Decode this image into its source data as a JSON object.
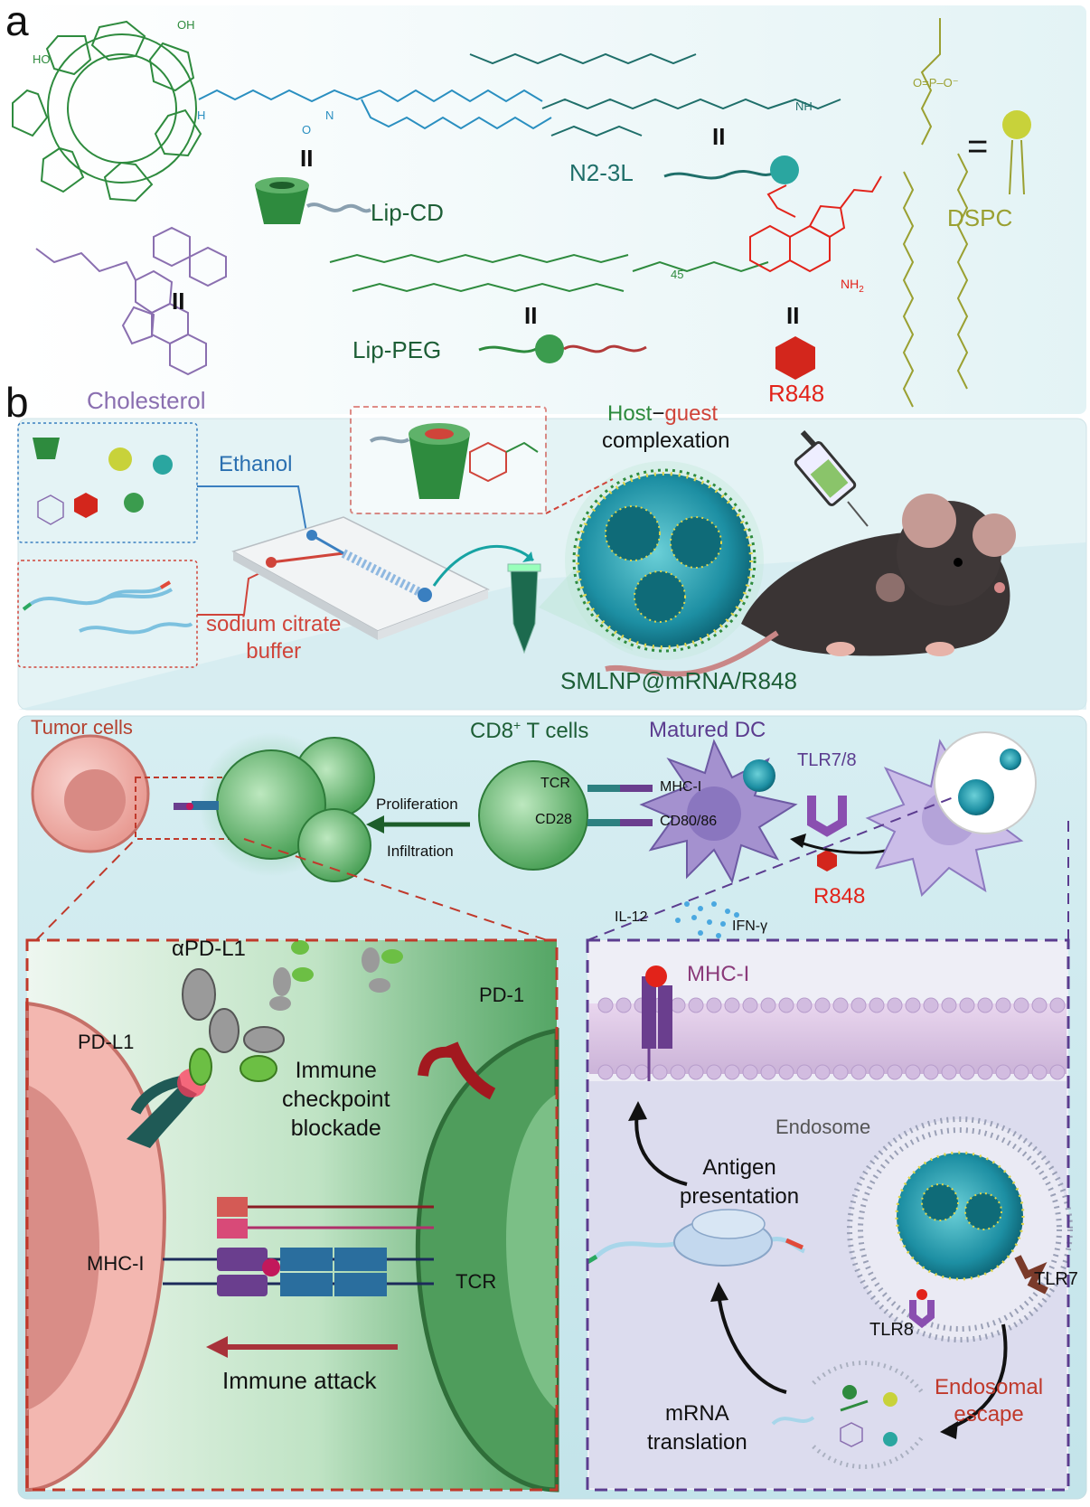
{
  "panels": {
    "a": "a",
    "b": "b"
  },
  "molecules": {
    "lip_cd": "Lip-CD",
    "n2_3l": "N2-3L",
    "dspc": "DSPC",
    "cholesterol": "Cholesterol",
    "lip_peg": "Lip-PEG",
    "r848": "R848",
    "peg_repeat": "45",
    "equiv": "II",
    "equals": "=",
    "atoms": {
      "ho": "HO",
      "oh": "OH",
      "o": "O",
      "h": "H",
      "n": "N",
      "nh": "NH",
      "nh2": "NH",
      "nh2_sub": "2",
      "p": "P",
      "pplus": "O=P–O⁻"
    }
  },
  "formulation": {
    "ethanol": "Ethanol",
    "buffer_line1": "sodium citrate",
    "buffer_line2": "buffer",
    "host": "Host",
    "dash": "−",
    "guest": "guest",
    "complexation": "complexation",
    "nanoparticle": "SMLNP@mRNA/R848"
  },
  "immune": {
    "tumor_cells": "Tumor cells",
    "cd8_prefix": "CD8",
    "cd8_sup": "+",
    "cd8_suffix": " T cells",
    "matured_dc": "Matured DC",
    "tlr78": "TLR7/8",
    "r848": "R848",
    "proliferation": "Proliferation",
    "infiltration": "Infiltration",
    "tcr": "TCR",
    "cd28": "CD28",
    "mhc": "MHC-I",
    "cd80": "CD80/86",
    "il12": "IL-12",
    "ifn": "IFN-γ"
  },
  "checkpoint": {
    "apdl1": "αPD-L1",
    "pd1": "PD-1",
    "pdl1": "PD-L1",
    "line1": "Immune",
    "line2": "checkpoint",
    "line3": "blockade",
    "mhc": "MHC-I",
    "tcr": "TCR",
    "attack": "Immune attack"
  },
  "dc_process": {
    "mhc": "MHC-I",
    "endosome": "Endosome",
    "antigen1": "Antigen",
    "antigen2": "presentation",
    "tlr7": "TLR7",
    "tlr8": "TLR8",
    "escape1": "Endosomal",
    "escape2": "escape",
    "mrna1": "mRNA",
    "mrna2": "translation"
  },
  "colors": {
    "cd_green": "#2e8b3e",
    "lipid_blue": "#2a8fc0",
    "teal": "#1f6f6a",
    "dspc": "#9aa031",
    "cholesterol": "#8a6fb0",
    "r848_red": "#e2231a",
    "dark_green": "#1d5e36",
    "purple": "#5b3c8f",
    "tumor_red": "#b5412f"
  }
}
